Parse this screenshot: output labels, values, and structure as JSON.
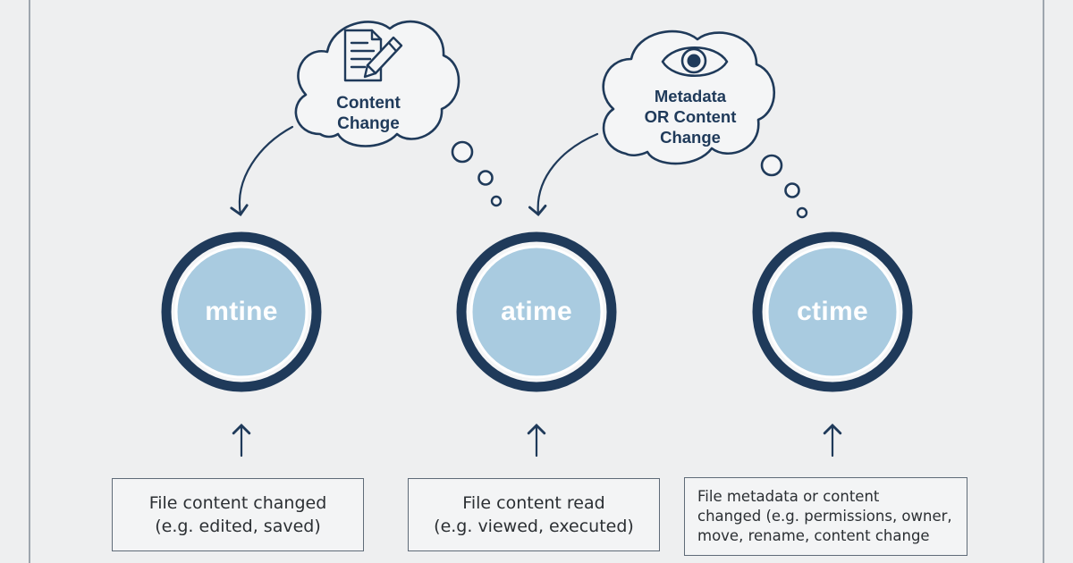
{
  "nodes": [
    {
      "id": "mtime",
      "label": "mtine",
      "cloud_lines": [
        "Content",
        "Change"
      ],
      "cloud_icon": "document-pencil-icon",
      "description_lines": [
        "File content changed",
        "(e.g. edited, saved)"
      ]
    },
    {
      "id": "atime",
      "label": "atime",
      "cloud_lines": [
        "Metadata",
        "OR Content",
        "Change"
      ],
      "cloud_icon": "eye-icon",
      "description_lines": [
        "File content read",
        "(e.g. viewed, executed)"
      ]
    },
    {
      "id": "ctime",
      "label": "ctime",
      "cloud_lines": [],
      "cloud_icon": "",
      "description_lines": [
        "File metadata or content",
        "changed (e.g. permissions, owner,",
        "move, rename, content change"
      ]
    }
  ],
  "colors": {
    "background": "#eeeff0",
    "ring": "#1f3a5a",
    "circle_fill": "#a9cbe0",
    "circle_inner_stroke": "#ffffff",
    "line": "#1f3a5a",
    "text_dark": "#1f3a5a",
    "box_border": "#5f6b78"
  }
}
